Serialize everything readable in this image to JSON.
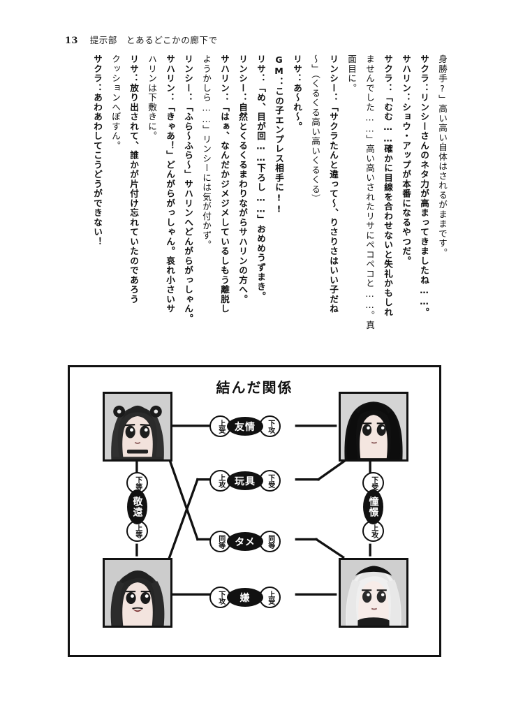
{
  "header": {
    "folio": "13",
    "section": "提示部",
    "title": "とあるどこかの廊下で"
  },
  "body": {
    "columns": [
      {
        "text": "身勝手?」高い高い自体はされるがままです。",
        "bold": false
      },
      {
        "text": "サクラ：リンシーさんのネタ力が高まってきましたね……。",
        "bold": true
      },
      {
        "text": "サハリン：ショウ・アップが本番になるやつだ。",
        "bold": true
      },
      {
        "text": "サクラ：「むむ……確かに目線を合わせないと失礼かもしれ",
        "bold": true
      },
      {
        "text": "ませんでした……」高い高いされたリサにペコペコと……。真",
        "bold": false
      },
      {
        "text": "面目に。",
        "bold": false
      },
      {
        "text": "リンシー：「サクラたんと違って～、りさりさはいい子だね",
        "bold": true
      },
      {
        "text": "～」（くるくる高い高いくるくる）",
        "bold": false
      },
      {
        "text": "リサ：あ～れ～。",
        "bold": true
      },
      {
        "text": "GM：この子エンプレス相手に!!",
        "bold": true
      },
      {
        "text": "リサ：「め、目が回……下ろし……」おめめうずまき。",
        "bold": true
      },
      {
        "text": "リンシー：自然とくるくるまわりながらサハリンの方へ。",
        "bold": true
      },
      {
        "text": "サハリン：「はぁ、なんだかジメジメしているしもう離脱し",
        "bold": true
      },
      {
        "text": "ようかしら……」リンシーには気が付かず。",
        "bold": false
      },
      {
        "text": "リンシー：「ふら～ふら～」サハリンへどんがらがっしゃん。",
        "bold": true
      },
      {
        "text": "サハリン：「きゃあ！」どんがらがっしゃん。哀れ小さいサ",
        "bold": true
      },
      {
        "text": "ハリンは下敷きに。",
        "bold": false
      },
      {
        "text": "リサ：放り出されて、誰かが片付け忘れていたのであろう",
        "bold": true
      },
      {
        "text": "クッションへぽすん。",
        "bold": false
      },
      {
        "text": "サクラ：あわあわしてこうどうができない！",
        "bold": true
      }
    ]
  },
  "diagram": {
    "title": "結んだ関係",
    "portraits": [
      {
        "name": "sakura",
        "position": "top-left"
      },
      {
        "name": "saharin",
        "position": "top-right"
      },
      {
        "name": "rinsy",
        "position": "bottom-left"
      },
      {
        "name": "risa",
        "position": "bottom-right"
      }
    ],
    "relations": [
      {
        "id": "friendship",
        "orientation": "horizontal",
        "left_badge": "上受",
        "label": "友情",
        "right_badge": "下攻"
      },
      {
        "id": "toy",
        "orientation": "horizontal",
        "left_badge": "上攻",
        "label": "玩具",
        "right_badge": "下受"
      },
      {
        "id": "tame",
        "orientation": "horizontal",
        "left_badge": "同等",
        "label": "タメ",
        "right_badge": "同等"
      },
      {
        "id": "dislike",
        "orientation": "horizontal",
        "left_badge": "下攻",
        "label": "嫌",
        "right_badge": "上受"
      },
      {
        "id": "avoidance",
        "orientation": "vertical",
        "top_badge": "下等",
        "label": "敬遠",
        "bottom_badge": "上等"
      },
      {
        "id": "admiration",
        "orientation": "vertical",
        "top_badge": "下受",
        "label": "憧憬",
        "bottom_badge": "上攻"
      }
    ]
  },
  "colors": {
    "ink": "#111111",
    "paper": "#ffffff"
  }
}
